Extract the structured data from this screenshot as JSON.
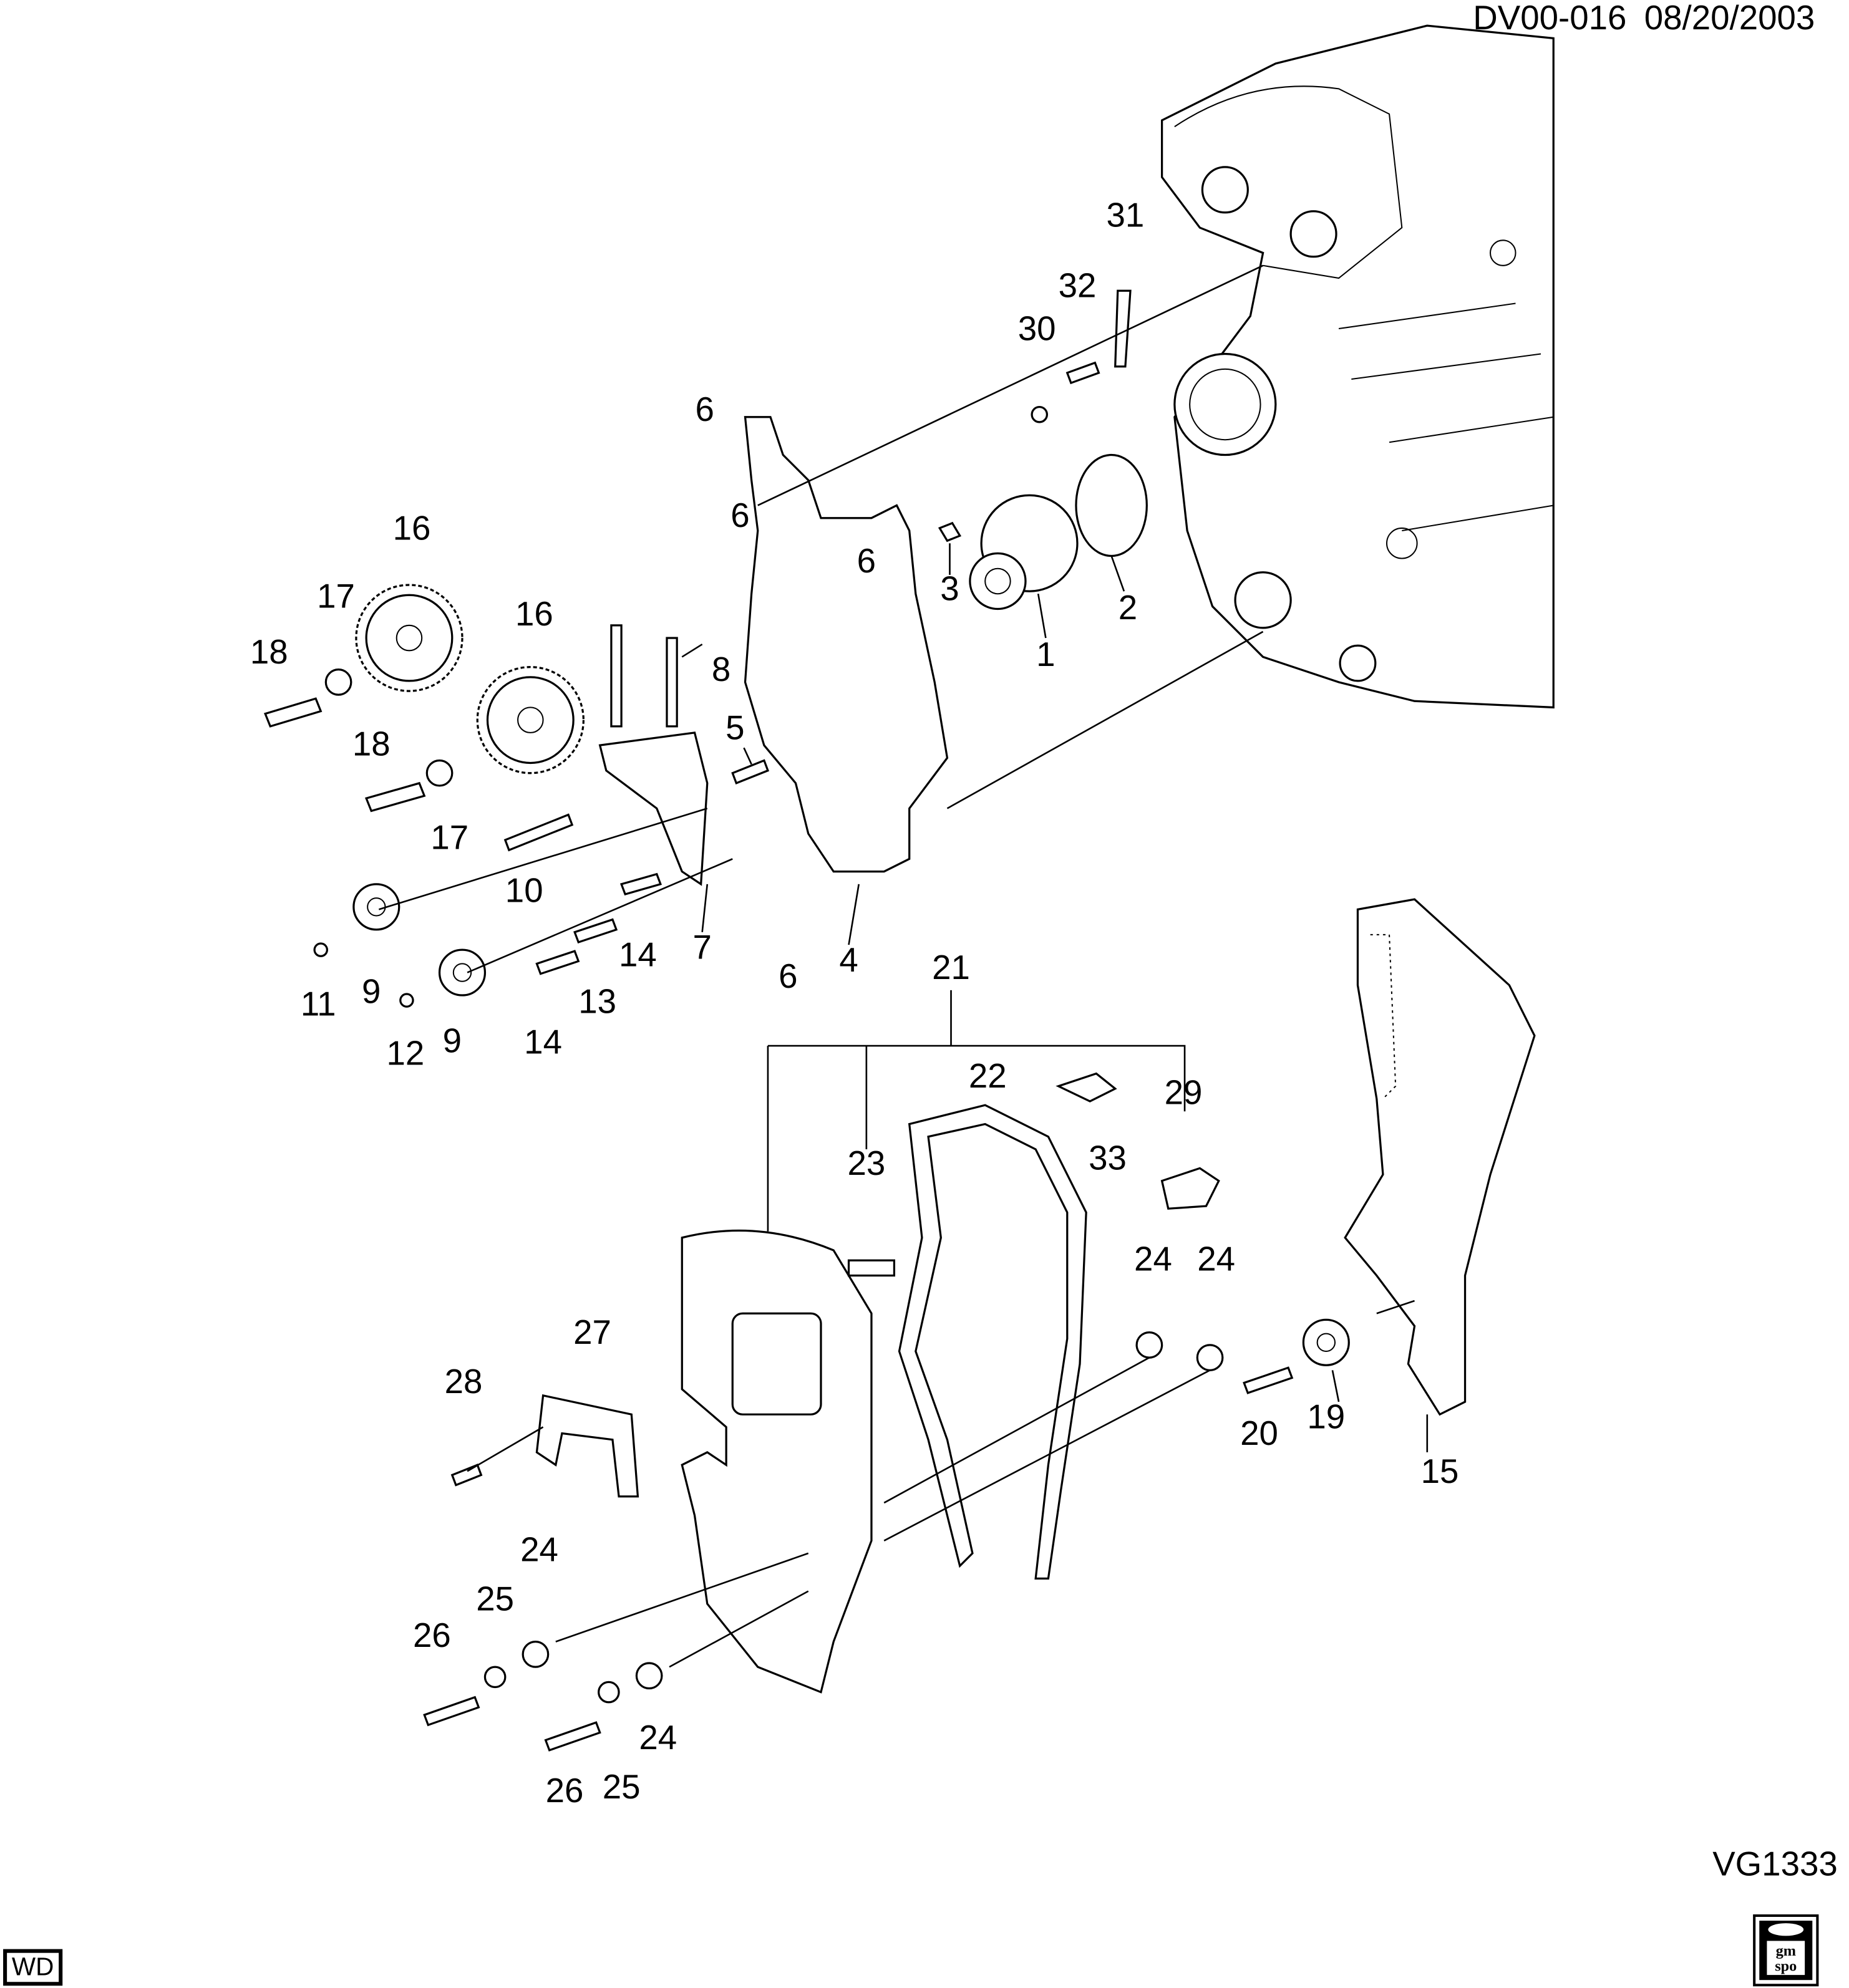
{
  "header": {
    "code": "DV00-016",
    "date": "08/20/2003"
  },
  "figure_id": "VG1333",
  "wd_badge": "WD",
  "logo": {
    "line1": "gm",
    "line2": "spo"
  },
  "callouts": [
    "1",
    "2",
    "3",
    "4",
    "5",
    "6",
    "6",
    "6",
    "6",
    "7",
    "8",
    "9",
    "9",
    "10",
    "11",
    "12",
    "13",
    "14",
    "14",
    "15",
    "16",
    "16",
    "17",
    "17",
    "18",
    "18",
    "19",
    "20",
    "21",
    "22",
    "23",
    "24",
    "24",
    "24",
    "24",
    "25",
    "25",
    "26",
    "26",
    "27",
    "28",
    "29",
    "30",
    "31",
    "32",
    "33"
  ]
}
